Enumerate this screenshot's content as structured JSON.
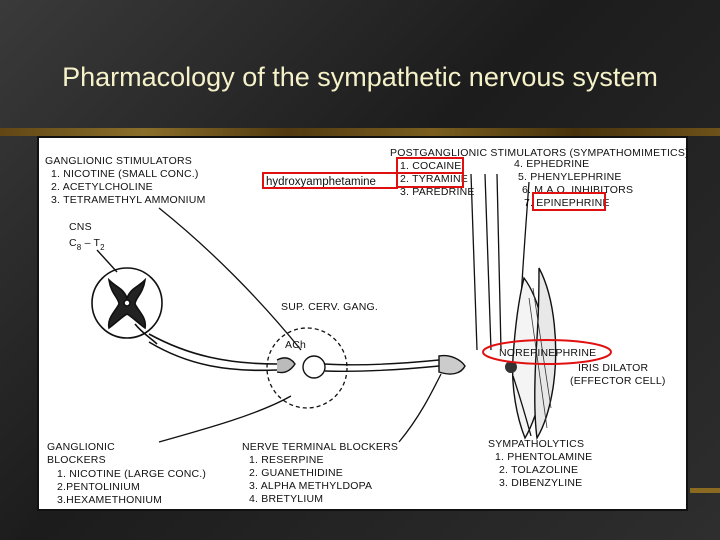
{
  "slide": {
    "title": "Pharmacology of the sympathetic nervous system"
  },
  "diagram": {
    "ganglionic_stimulators": {
      "heading": "GANGLIONIC STIMULATORS",
      "items": [
        "1. NICOTINE (SMALL CONC.)",
        "2. ACETYLCHOLINE",
        "3. TETRAMETHYL AMMONIUM"
      ]
    },
    "cns": {
      "line1": "CNS",
      "line2": "C",
      "sub1": "8",
      "dash": " – T",
      "sub2": "2"
    },
    "postganglionic": {
      "heading": "POSTGANGLIONIC STIMULATORS (SYMPATHOMIMETICS)",
      "left_items": [
        "1. COCAINE",
        "2. TYRAMINE",
        "3. PAREDRINE"
      ],
      "right_items": [
        "4. EPHEDRINE",
        "5. PHENYLEPHRINE",
        "6. M.A.O. INHIBITORS",
        "7. EPINEPHRINE"
      ]
    },
    "annotation": "hydroxyamphetamine",
    "sup_cerv_gang": "SUP. CERV. GANG.",
    "ach": "ACh",
    "norepinephrine": "NOREPINEPHRINE",
    "iris": [
      "IRIS DILATOR",
      "(EFFECTOR CELL)"
    ],
    "ganglionic_blockers": {
      "heading": [
        "GANGLIONIC",
        "BLOCKERS"
      ],
      "items": [
        "1. NICOTINE (LARGE CONC.)",
        "2.PENTOLINIUM",
        "3.HEXAMETHONIUM"
      ]
    },
    "nerve_terminal_blockers": {
      "heading": "NERVE TERMINAL BLOCKERS",
      "items": [
        "1. RESERPINE",
        "2. GUANETHIDINE",
        "3. ALPHA METHYLDOPA",
        "4. BRETYLIUM"
      ]
    },
    "sympatholytics": {
      "heading": "SYMPATHOLYTICS",
      "items": [
        "1. PHENTOLAMINE",
        "2. TOLAZOLINE",
        "3. DIBENZYLINE"
      ]
    },
    "colors": {
      "highlight": "#e01010",
      "title": "#f5f1c8",
      "ink": "#111111"
    }
  }
}
